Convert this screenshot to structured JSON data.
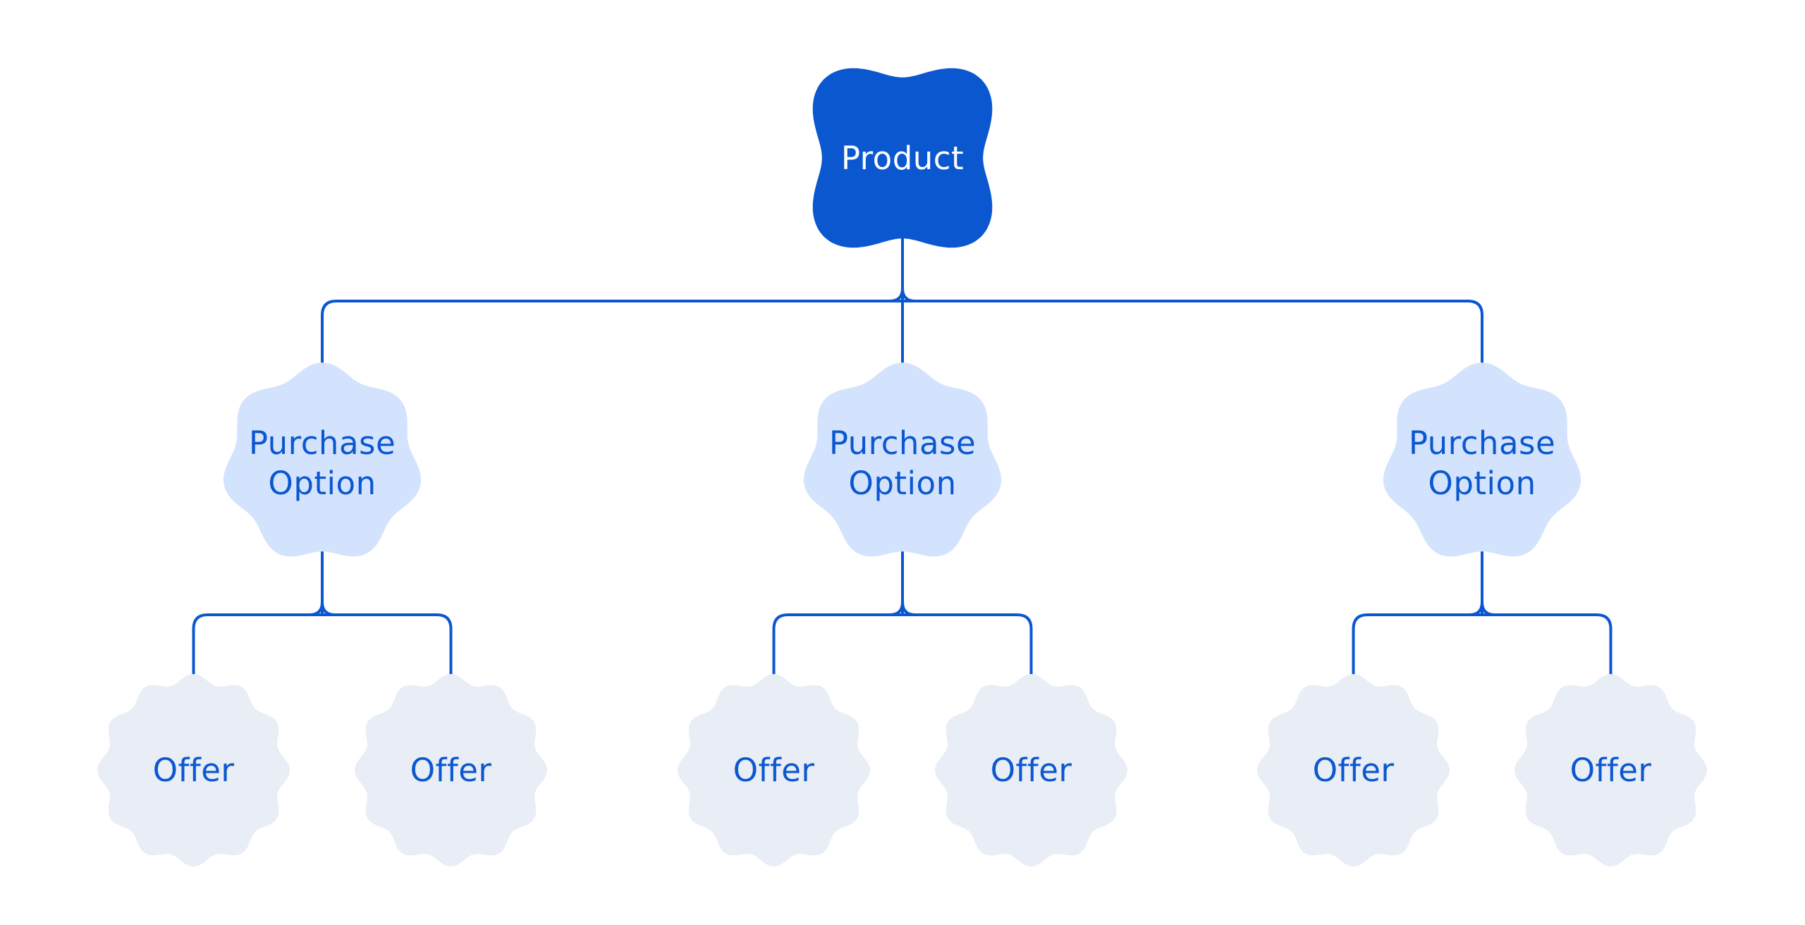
{
  "colors": {
    "primary_blue": "#0B57D0",
    "connector_blue": "#0B57D0",
    "purchase_option_fill": "#D3E3FD",
    "offer_fill": "#E8EDF6",
    "product_text": "#FFFFFF",
    "background": "#FFFFFF"
  },
  "product": {
    "label": "Product"
  },
  "purchase_options": [
    {
      "label": "Purchase Option",
      "offers": [
        {
          "label": "Offer"
        },
        {
          "label": "Offer"
        }
      ]
    },
    {
      "label": "Purchase Option",
      "offers": [
        {
          "label": "Offer"
        },
        {
          "label": "Offer"
        }
      ]
    },
    {
      "label": "Purchase Option",
      "offers": [
        {
          "label": "Offer"
        },
        {
          "label": "Offer"
        }
      ]
    }
  ]
}
